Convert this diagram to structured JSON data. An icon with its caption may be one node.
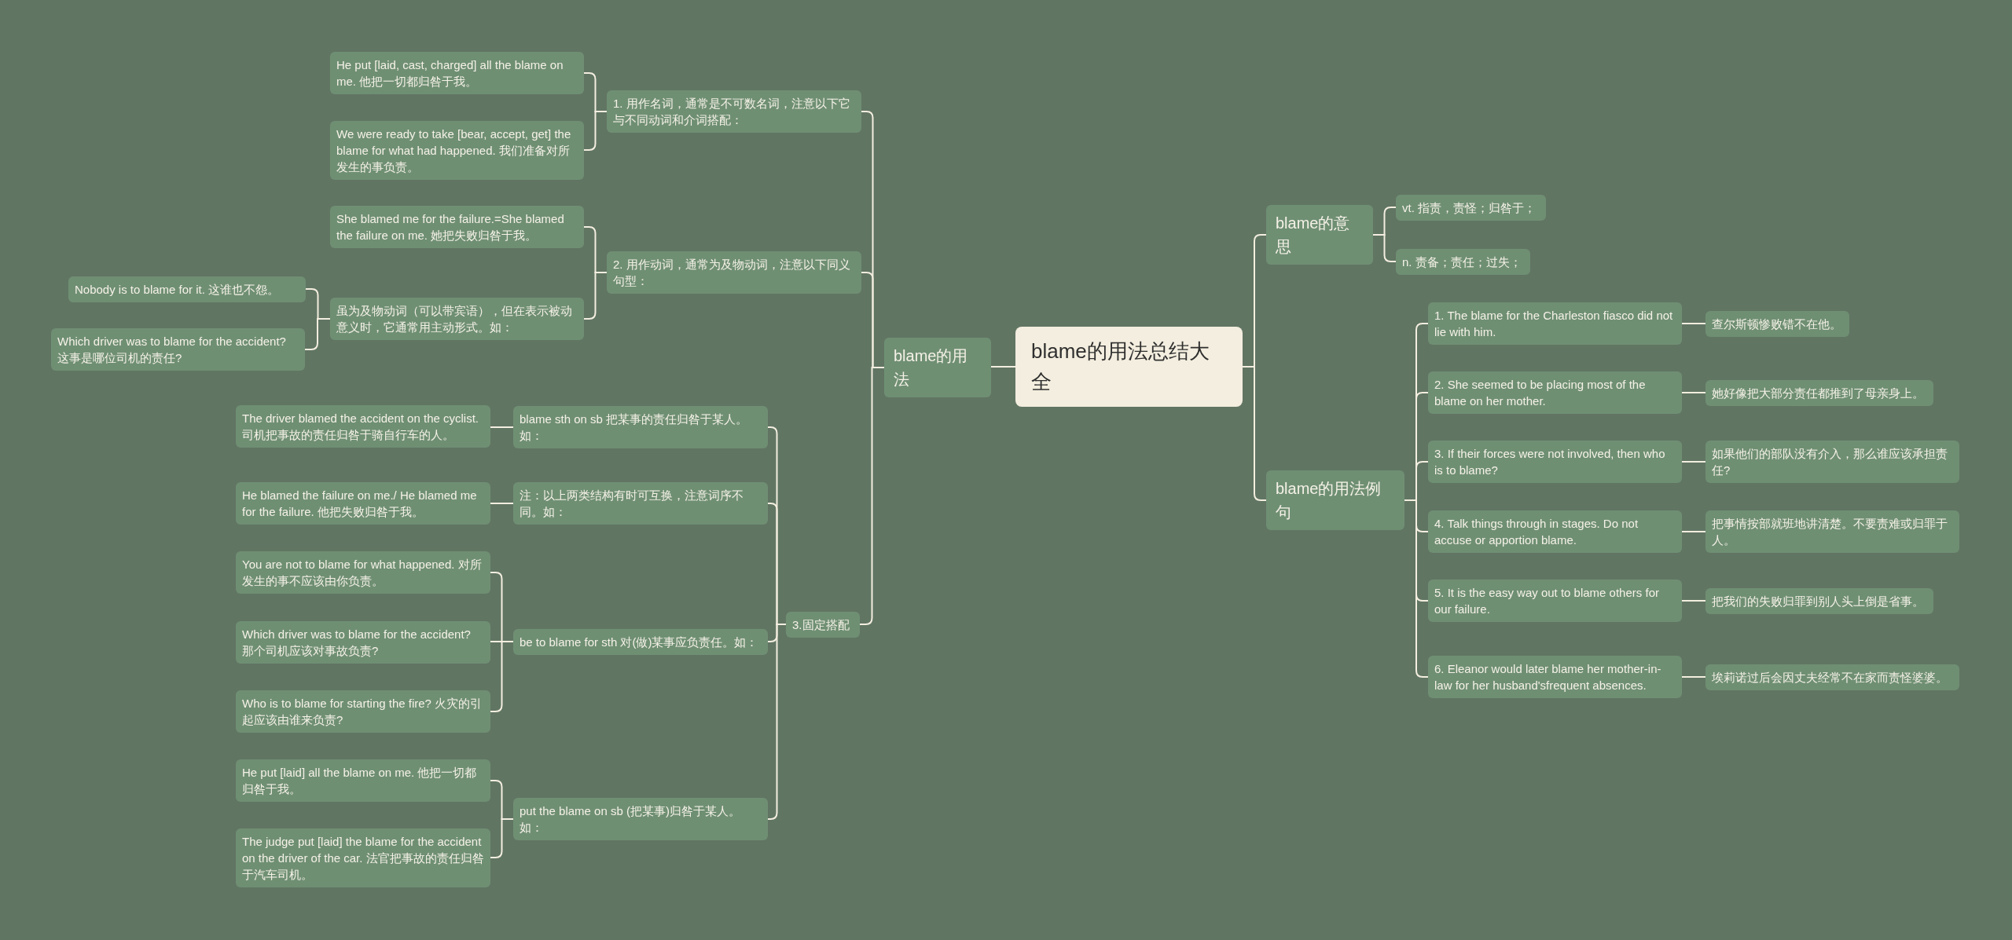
{
  "diagram": {
    "nodes": [
      {
        "text": [
          "blame的用法总结大全"
        ]
      },
      {
        "text": [
          "blame的用法"
        ]
      },
      {
        "text": [
          "1. 用作名词，通常是不可数名词，注意以下它与不同动词和介词搭配："
        ]
      },
      {
        "text": [
          "He put [laid, cast, charged] all the blame on me. 他把一切都归咎于我。"
        ]
      },
      {
        "text": [
          "We were ready to take [bear, accept, get] the blame for what had happened. 我们准备对所发生的事负责。"
        ]
      },
      {
        "text": [
          "2. 用作动词，通常为及物动词，注意以下同义句型："
        ]
      },
      {
        "text": [
          "She blamed me for the failure.=She blamed the failure on me. 她把失败归咎于我。"
        ]
      },
      {
        "text": [
          "虽为及物动词（可以带宾语），但在表示被动意义时，它通常用主动形式。如："
        ]
      },
      {
        "text": [
          "Nobody is to blame for it. 这谁也不怨。"
        ]
      },
      {
        "text": [
          "Which driver was to blame for the accident? 这事是哪位司机的责任?"
        ]
      },
      {
        "text": [
          "3.固定搭配"
        ]
      },
      {
        "text": [
          "blame sth on sb 把某事的责任归咎于某人。如："
        ]
      },
      {
        "text": [
          "The driver blamed the accident on the cyclist. 司机把事故的责任归咎于骑自行车的人。"
        ]
      },
      {
        "text": [
          "注：以上两类结构有时可互换，注意词序不同。如："
        ]
      },
      {
        "text": [
          "He blamed the failure on me./ He blamed me for the failure. 他把失败归咎于我。"
        ]
      },
      {
        "text": [
          "be to blame for sth 对(做)某事应负责任。如："
        ]
      },
      {
        "text": [
          "You are not to blame for what happened. 对所发生的事不应该由你负责。"
        ]
      },
      {
        "text": [
          "Which driver was to blame for the accident? 那个司机应该对事故负责?"
        ]
      },
      {
        "text": [
          "Who is to blame for starting the fire? 火灾的引起应该由谁来负责?"
        ]
      },
      {
        "text": [
          "put the blame on sb (把某事)归咎于某人。如："
        ]
      },
      {
        "text": [
          "He put [laid] all the blame on me. 他把一切都归咎于我。"
        ]
      },
      {
        "text": [
          "The judge put [laid] the blame for the accident on the driver of the car. 法官把事故的责任归咎于汽车司机。"
        ]
      },
      {
        "text": [
          "blame的意思"
        ]
      },
      {
        "text": [
          "vt. 指责，责怪；归咎于；"
        ]
      },
      {
        "text": [
          "n. 责备；责任；过失；"
        ]
      },
      {
        "text": [
          "blame的用法例句"
        ]
      },
      {
        "text": [
          "1. The blame for the Charleston fiasco did not lie with him."
        ]
      },
      {
        "text": [
          "查尔斯顿惨败错不在他。"
        ]
      },
      {
        "text": [
          "2. She seemed to be placing most of the blame on her mother."
        ]
      },
      {
        "text": [
          "她好像把大部分责任都推到了母亲身上。"
        ]
      },
      {
        "text": [
          "3. If their forces were not involved, then who is to blame?"
        ]
      },
      {
        "text": [
          "如果他们的部队没有介入，那么谁应该承担责任?"
        ]
      },
      {
        "text": [
          "4. Talk things through in stages. Do not accuse or apportion blame."
        ]
      },
      {
        "text": [
          "把事情按部就班地讲清楚。不要责难或归罪于人。"
        ]
      },
      {
        "text": [
          "5. It is the easy way out to blame others for our failure."
        ]
      },
      {
        "text": [
          "把我们的失败归罪到别人头上倒是省事。"
        ]
      },
      {
        "text": [
          "6. Eleanor would later blame her mother-in-law for her husband'sfrequent absences."
        ]
      },
      {
        "text": [
          "埃莉诺过后会因丈夫经常不在家而责怪婆婆。"
        ]
      }
    ],
    "edges": [
      {
        "from": 0,
        "to": 1,
        "arrow": "none"
      },
      {
        "from": 1,
        "to": 2,
        "arrow": "none"
      },
      {
        "from": 2,
        "to": 3,
        "arrow": "none"
      },
      {
        "from": 2,
        "to": 4,
        "arrow": "none"
      },
      {
        "from": 1,
        "to": 5,
        "arrow": "none"
      },
      {
        "from": 5,
        "to": 6,
        "arrow": "none"
      },
      {
        "from": 5,
        "to": 7,
        "arrow": "none"
      },
      {
        "from": 7,
        "to": 8,
        "arrow": "none"
      },
      {
        "from": 7,
        "to": 9,
        "arrow": "none"
      },
      {
        "from": 1,
        "to": 10,
        "arrow": "none"
      },
      {
        "from": 10,
        "to": 11,
        "arrow": "none"
      },
      {
        "from": 11,
        "to": 12,
        "arrow": "none"
      },
      {
        "from": 10,
        "to": 13,
        "arrow": "none"
      },
      {
        "from": 13,
        "to": 14,
        "arrow": "none"
      },
      {
        "from": 10,
        "to": 15,
        "arrow": "none"
      },
      {
        "from": 15,
        "to": 16,
        "arrow": "none"
      },
      {
        "from": 15,
        "to": 17,
        "arrow": "none"
      },
      {
        "from": 15,
        "to": 18,
        "arrow": "none"
      },
      {
        "from": 10,
        "to": 19,
        "arrow": "none"
      },
      {
        "from": 19,
        "to": 20,
        "arrow": "none"
      },
      {
        "from": 19,
        "to": 21,
        "arrow": "none"
      },
      {
        "from": 0,
        "to": 22,
        "arrow": "none"
      },
      {
        "from": 22,
        "to": 23,
        "arrow": "none"
      },
      {
        "from": 22,
        "to": 24,
        "arrow": "none"
      },
      {
        "from": 0,
        "to": 25,
        "arrow": "none"
      },
      {
        "from": 25,
        "to": 26,
        "arrow": "none"
      },
      {
        "from": 26,
        "to": 27,
        "arrow": "none"
      },
      {
        "from": 25,
        "to": 28,
        "arrow": "none"
      },
      {
        "from": 28,
        "to": 29,
        "arrow": "none"
      },
      {
        "from": 25,
        "to": 30,
        "arrow": "none"
      },
      {
        "from": 30,
        "to": 31,
        "arrow": "none"
      },
      {
        "from": 25,
        "to": 32,
        "arrow": "none"
      },
      {
        "from": 32,
        "to": 33,
        "arrow": "none"
      },
      {
        "from": 25,
        "to": 34,
        "arrow": "none"
      },
      {
        "from": 34,
        "to": 35,
        "arrow": "none"
      },
      {
        "from": 25,
        "to": 36,
        "arrow": "none"
      },
      {
        "from": 36,
        "to": 37,
        "arrow": "none"
      }
    ]
  }
}
